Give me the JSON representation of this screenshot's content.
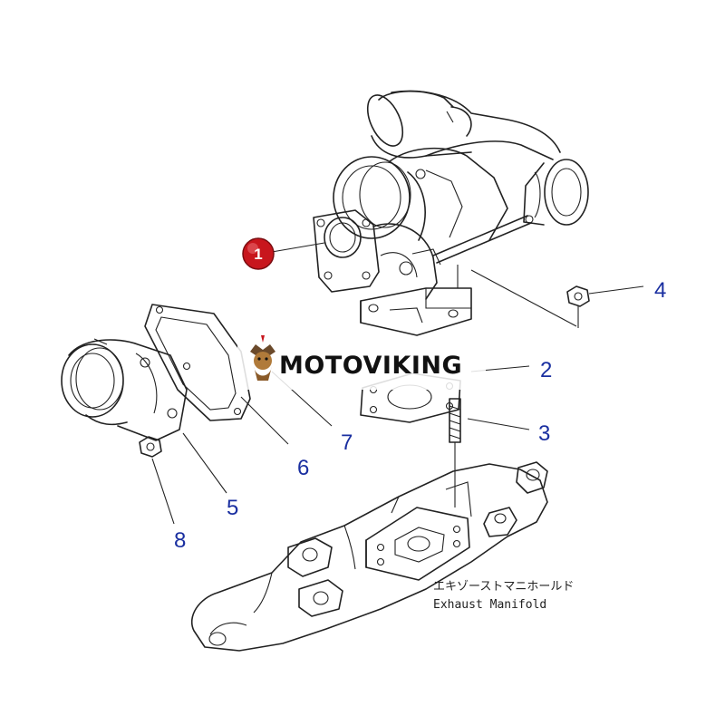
{
  "callouts": {
    "part_1": "1",
    "part_2": "2",
    "part_3": "3",
    "part_4": "4",
    "part_5": "5",
    "part_6": "6",
    "part_7": "7",
    "part_8": "8"
  },
  "caption": {
    "japanese": "エキゾーストマニホールド",
    "english": "Exhaust Manifold"
  },
  "watermark": {
    "text": "MOTOVIKING"
  },
  "colors": {
    "callout_text": "#1a2fa0",
    "badge_fill": "#c8161d",
    "line": "#222222"
  }
}
